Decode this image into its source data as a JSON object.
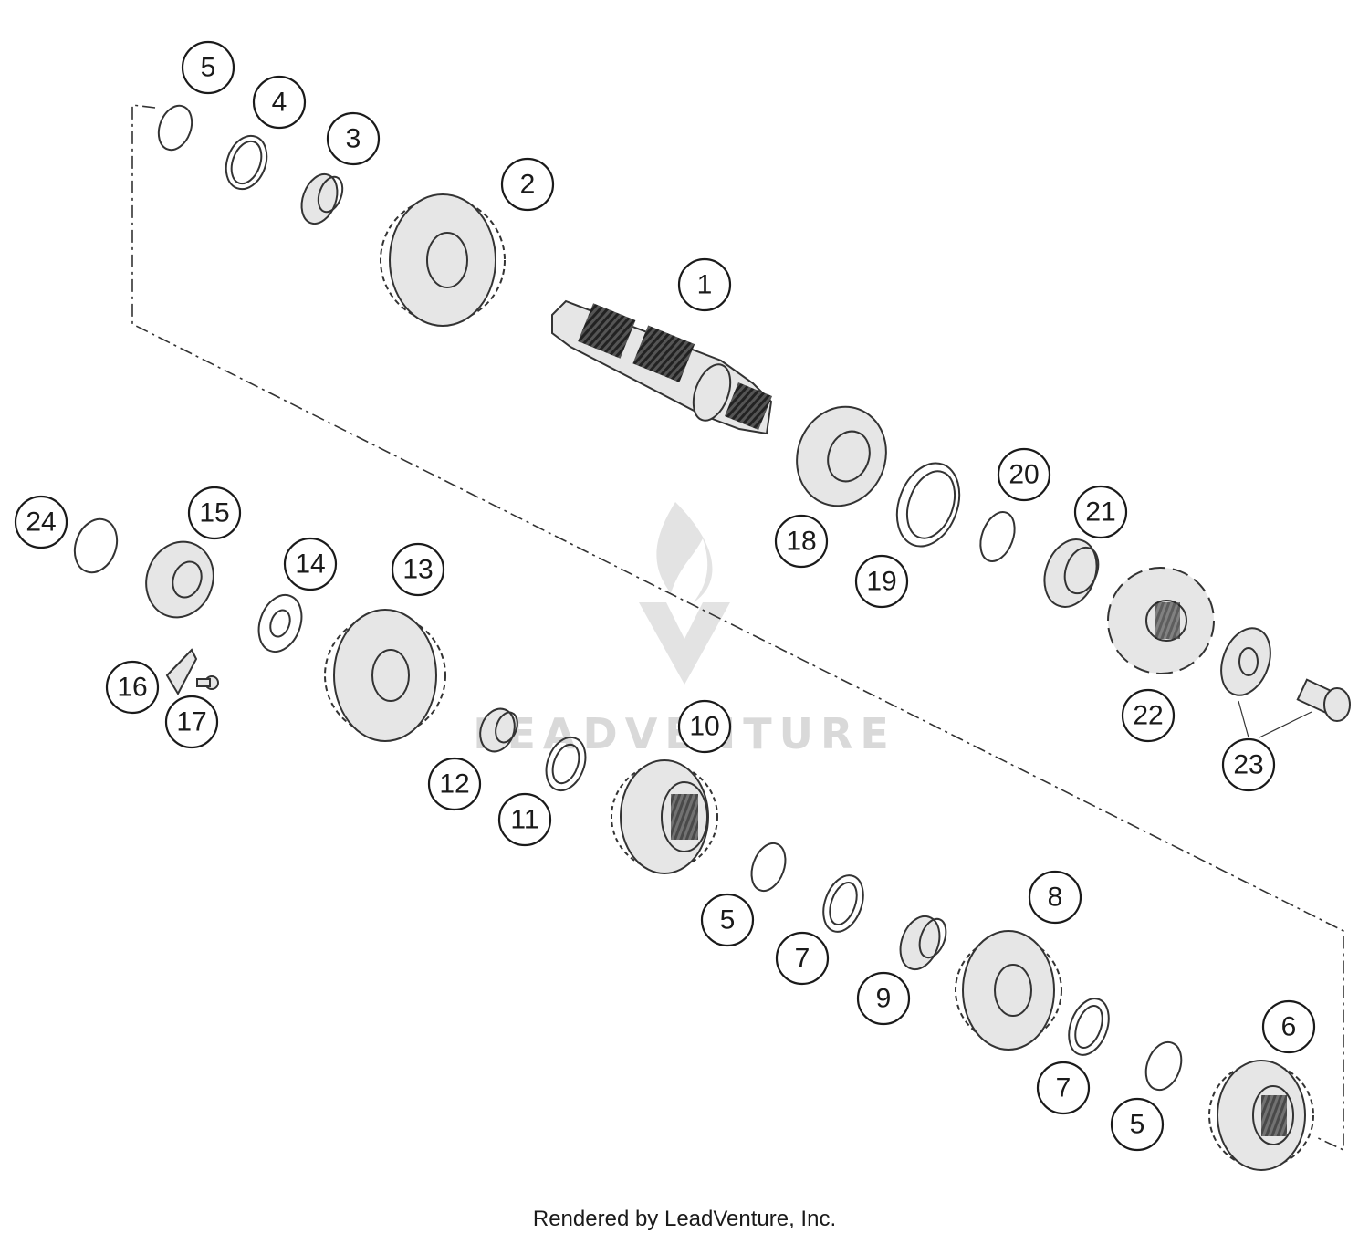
{
  "watermark": {
    "text": "LEADVENTURE"
  },
  "footer": {
    "text": "Rendered by LeadVenture, Inc."
  },
  "callouts": [
    {
      "label": "1"
    },
    {
      "label": "2"
    },
    {
      "label": "3"
    },
    {
      "label": "4"
    },
    {
      "label": "5"
    },
    {
      "label": "24"
    },
    {
      "label": "15"
    },
    {
      "label": "14"
    },
    {
      "label": "13"
    },
    {
      "label": "16"
    },
    {
      "label": "17"
    },
    {
      "label": "18"
    },
    {
      "label": "19"
    },
    {
      "label": "20"
    },
    {
      "label": "21"
    },
    {
      "label": "22"
    },
    {
      "label": "23"
    },
    {
      "label": "12"
    },
    {
      "label": "11"
    },
    {
      "label": "10"
    },
    {
      "label": "5"
    },
    {
      "label": "7"
    },
    {
      "label": "9"
    },
    {
      "label": "8"
    },
    {
      "label": "6"
    },
    {
      "label": "7"
    },
    {
      "label": "5"
    }
  ]
}
